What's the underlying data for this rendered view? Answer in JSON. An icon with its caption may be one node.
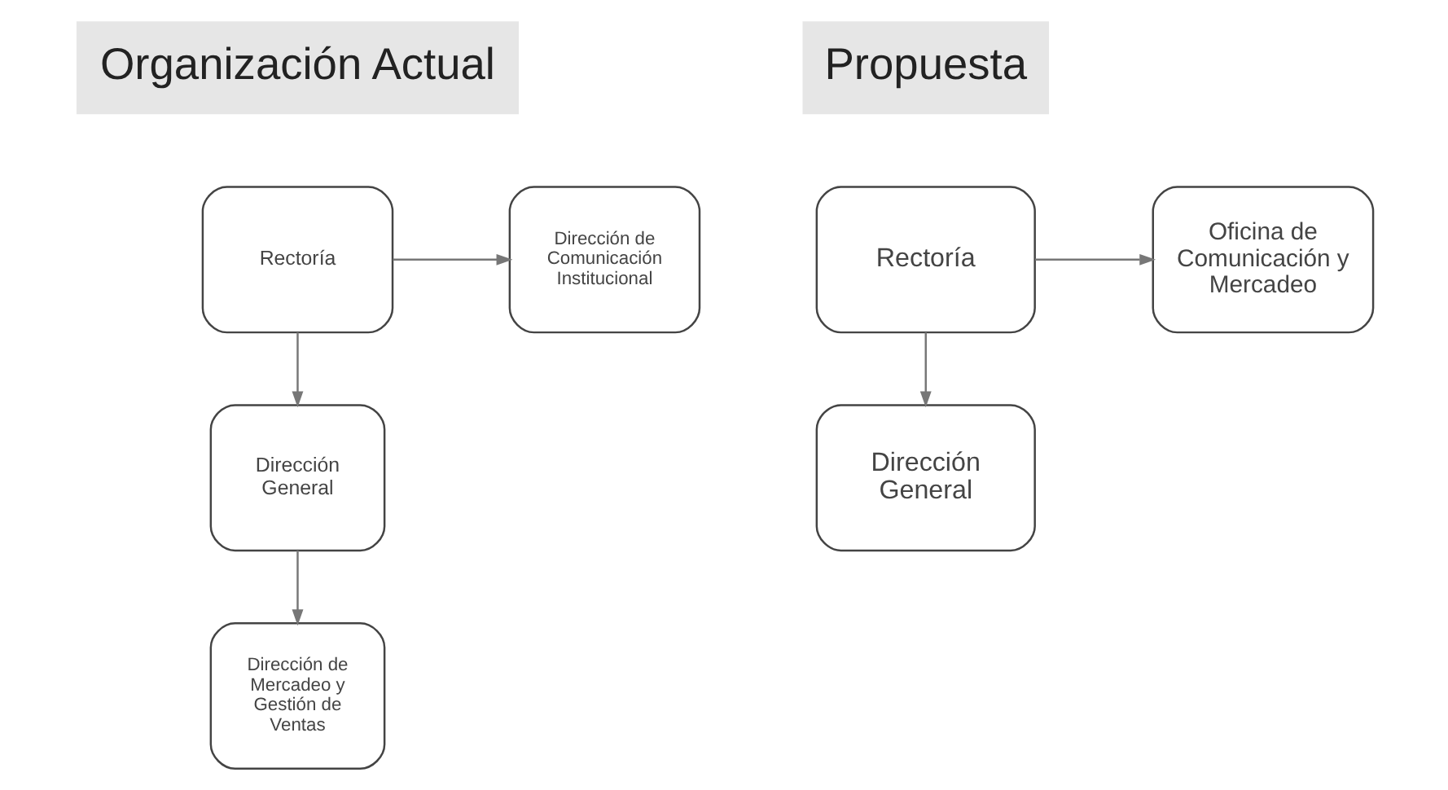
{
  "diagram": {
    "nodes": [
      {
        "text": [
          "Rectoría"
        ]
      },
      {
        "text": [
          "Dirección de Comunicación Institucional"
        ]
      },
      {
        "text": [
          "Dirección General"
        ]
      },
      {
        "text": [
          "Dirección de Mercadeo y Gestión de Ventas"
        ]
      },
      {
        "text": [
          "Rectoría"
        ]
      },
      {
        "text": [
          "Oficina de Comunicación y Mercadeo"
        ]
      },
      {
        "text": [
          "Dirección General"
        ]
      }
    ],
    "edges": [
      {
        "from": 0,
        "to": 1,
        "arrow": "to"
      },
      {
        "from": 0,
        "to": 2,
        "arrow": "to"
      },
      {
        "from": 2,
        "to": 3,
        "arrow": "to"
      },
      {
        "from": 4,
        "to": 5,
        "arrow": "to"
      },
      {
        "from": 4,
        "to": 6,
        "arrow": "to"
      }
    ],
    "labels": [
      "Organización Actual",
      "Propuesta"
    ]
  }
}
